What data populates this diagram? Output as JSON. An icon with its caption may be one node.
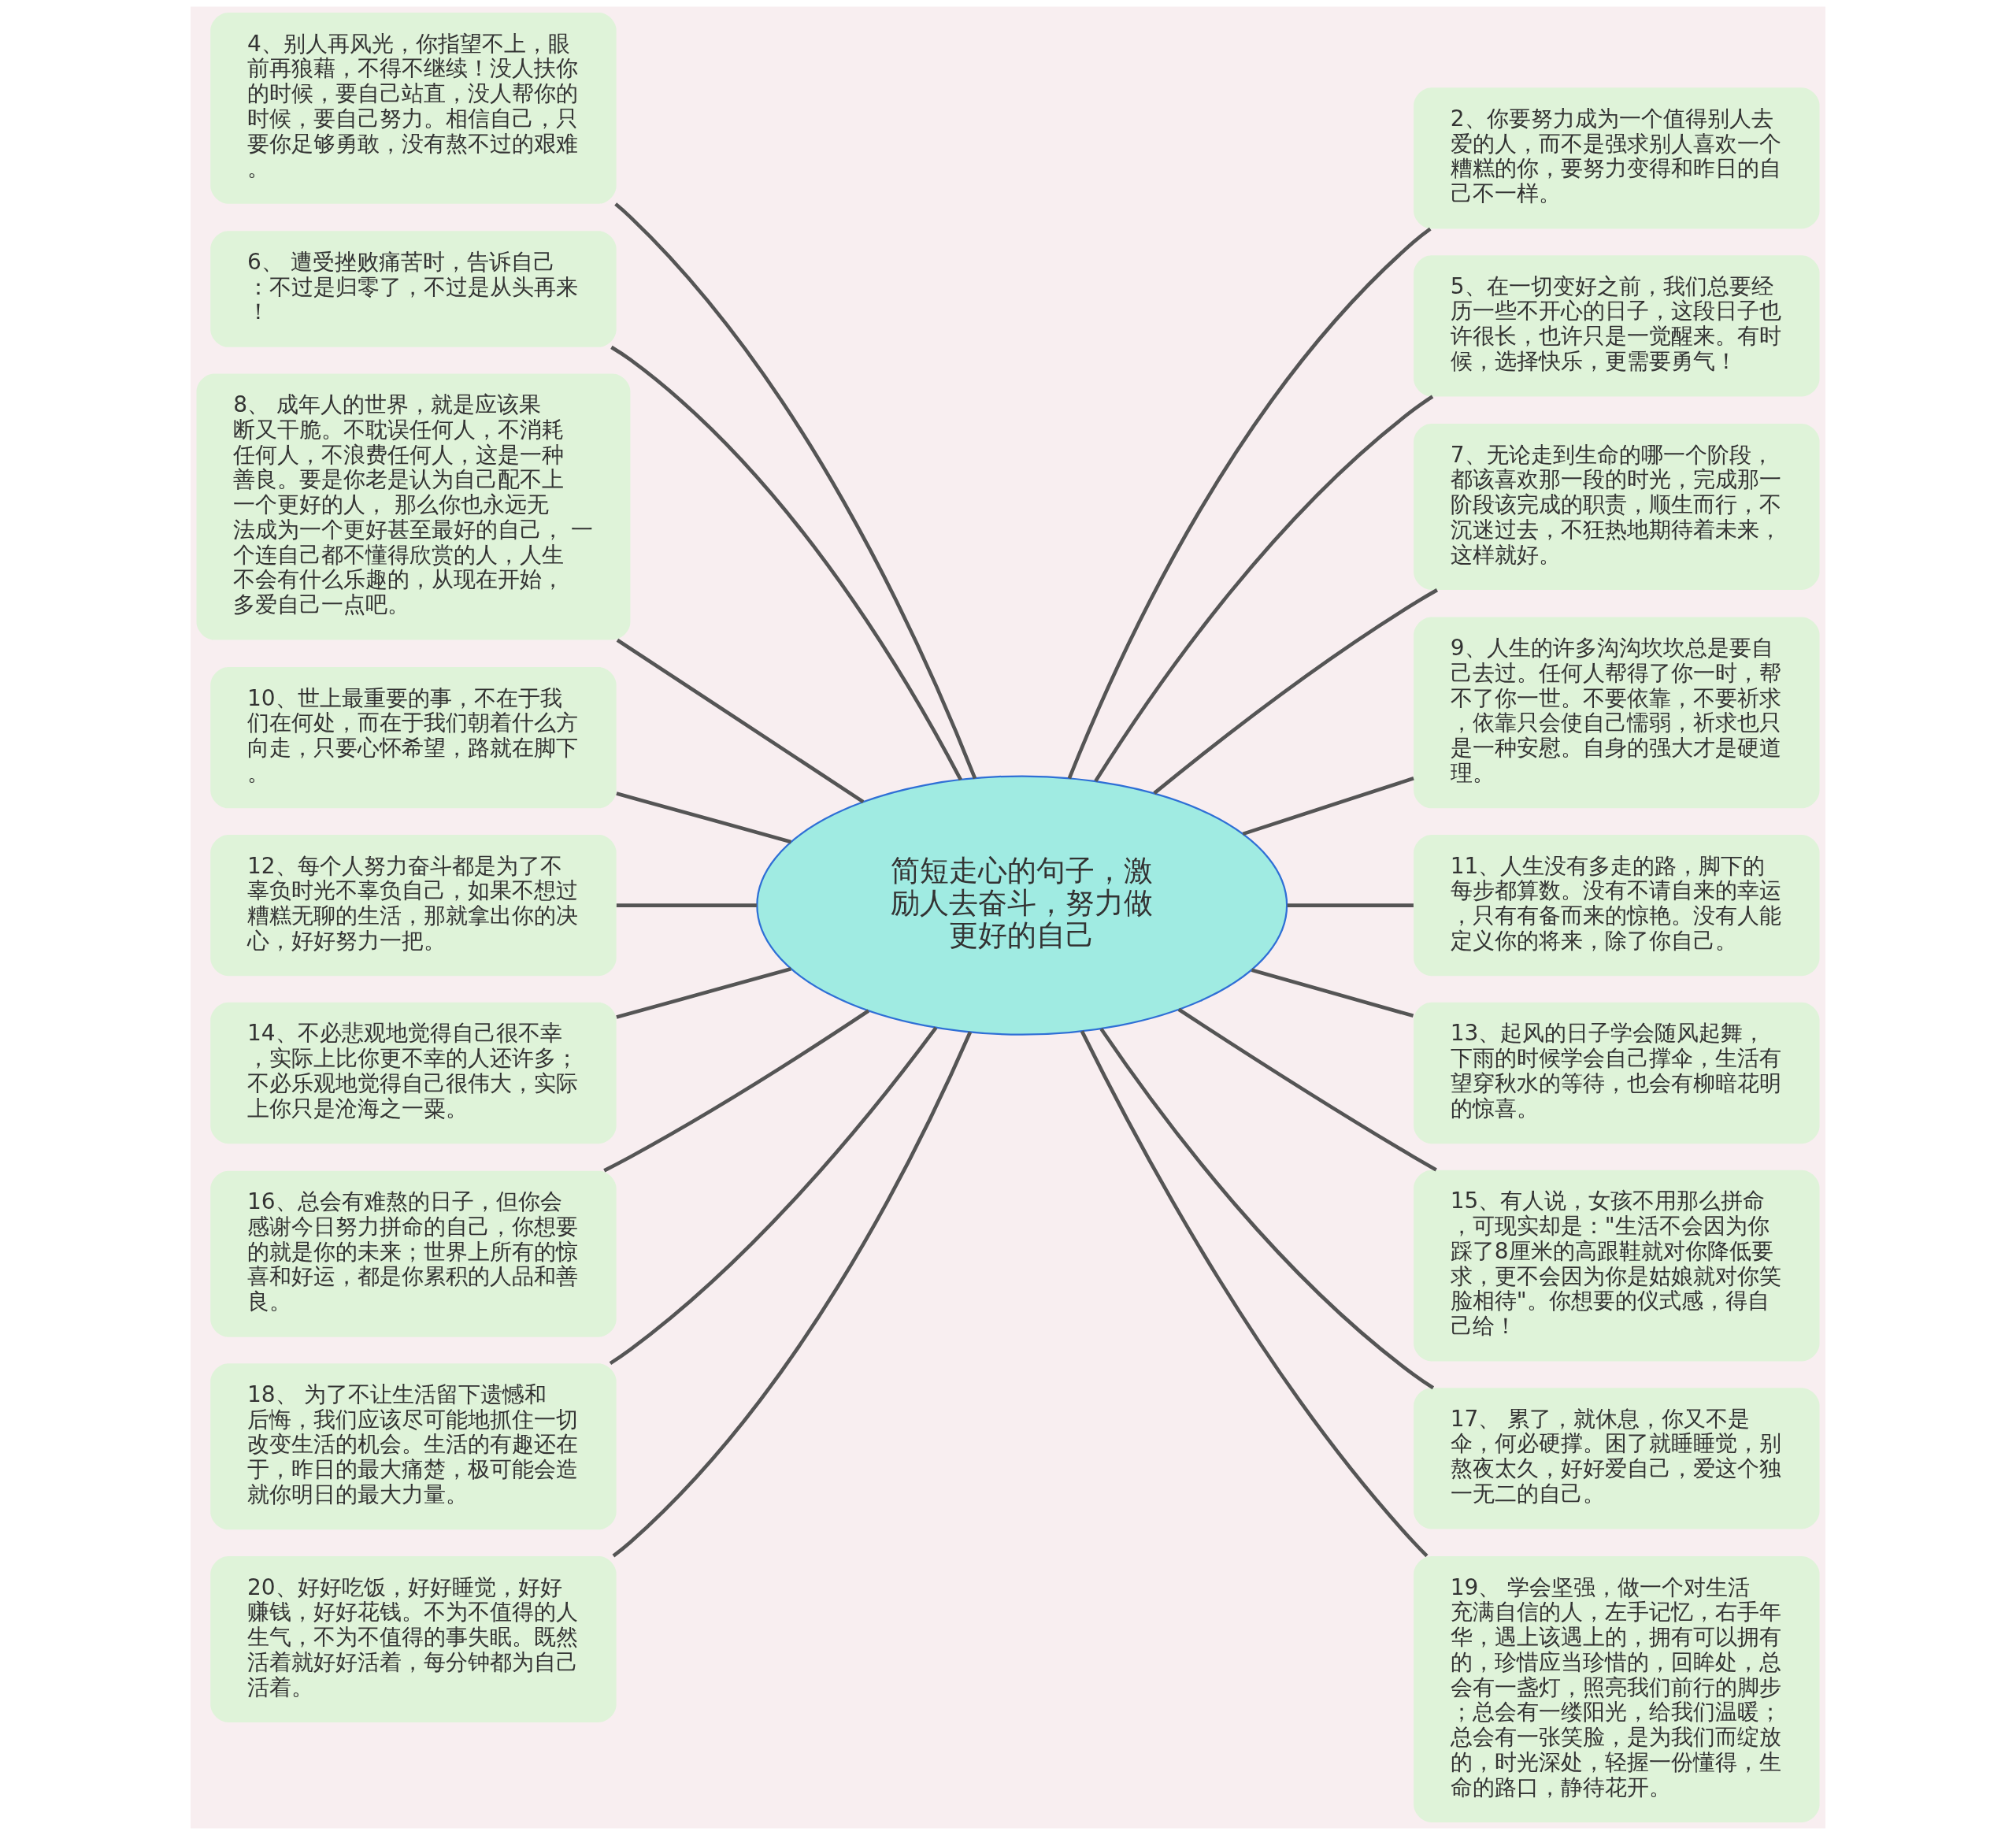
{
  "diagram": {
    "nodes": [
      {
        "text": [
          "简短走心的句子，激励人去奋斗，努力做更好的自己"
        ]
      },
      {
        "text": [
          "4、别人再风光，你指望不上，眼前再狼藉，不得不继续！没人扶你的时候，要自己站直，没人帮你的时候，要自己努力。相信自己，只要你足够勇敢，没有熬不过的艰难。"
        ]
      },
      {
        "text": [
          "6、 遭受挫败痛苦时，告诉自己：不过是归零了，不过是从头再来！"
        ]
      },
      {
        "text": [
          "8、 成年人的世界，就是应该果断又干脆。不耽误任何人，不消耗任何人，不浪费任何人，这是一种善良。要是你老是认为自己配不上一个更好的人， 那么你也永远无法成为一个更好甚至最好的自己， 一个连自己都不懂得欣赏的人，人生不会有什么乐趣的，从现在开始，多爱自己一点吧。"
        ]
      },
      {
        "text": [
          "10、世上最重要的事，不在于我们在何处，而在于我们朝着什么方向走，只要心怀希望，路就在脚下。"
        ]
      },
      {
        "text": [
          "12、每个人努力奋斗都是为了不辜负时光不辜负自己，如果不想过糟糕无聊的生活，那就拿出你的决心，好好努力一把。"
        ]
      },
      {
        "text": [
          "14、不必悲观地觉得自己很不幸，实际上比你更不幸的人还许多；不必乐观地觉得自己很伟大，实际上你只是沧海之一粟。"
        ]
      },
      {
        "text": [
          "16、总会有难熬的日子，但你会感谢今日努力拼命的自己，你想要的就是你的未来；世界上所有的惊喜和好运，都是你累积的人品和善良。"
        ]
      },
      {
        "text": [
          "18、 为了不让生活留下遗憾和后悔，我们应该尽可能地抓住一切改变生活的机会。生活的有趣还在于，昨日的最大痛楚，极可能会造就你明日的最大力量。"
        ]
      },
      {
        "text": [
          "20、好好吃饭，好好睡觉，好好赚钱，好好花钱。不为不值得的人生气，不为不值得的事失眠。既然活着就好好活着，每分钟都为自己活着。"
        ]
      },
      {
        "text": [
          "2、你要努力成为一个值得别人去爱的人，而不是强求别人喜欢一个糟糕的你，要努力变得和昨日的自己不一样。"
        ]
      },
      {
        "text": [
          "5、在一切变好之前，我们总要经历一些不开心的日子，这段日子也许很长，也许只是一觉醒来。有时候，选择快乐，更需要勇气！"
        ]
      },
      {
        "text": [
          "7、无论走到生命的哪一个阶段，都该喜欢那一段的时光，完成那一阶段该完成的职责，顺生而行，不沉迷过去，不狂热地期待着未来，这样就好。"
        ]
      },
      {
        "text": [
          "9、人生的许多沟沟坎坎总是要自己去过。任何人帮得了你一时，帮不了你一世。不要依靠，不要祈求，依靠只会使自己懦弱，祈求也只是一种安慰。自身的强大才是硬道理。"
        ]
      },
      {
        "text": [
          "11、人生没有多走的路，脚下的每步都算数。没有不请自来的幸运，只有有备而来的惊艳。没有人能定义你的将来，除了你自己。"
        ]
      },
      {
        "text": [
          "13、起风的日子学会随风起舞，下雨的时候学会自己撑伞，生活有望穿秋水的等待，也会有柳暗花明的惊喜。"
        ]
      },
      {
        "text": [
          "15、有人说，女孩不用那么拼命，可现实却是：\"生活不会因为你踩了8厘米的高跟鞋就对你降低要求，更不会因为你是姑娘就对你笑脸相待\"。你想要的仪式感，得自己给！"
        ]
      },
      {
        "text": [
          "17、 累了，就休息，你又不是伞，何必硬撑。困了就睡睡觉，别熬夜太久，好好爱自己，爱这个独一无二的自己。"
        ]
      },
      {
        "text": [
          "19、 学会坚强，做一个对生活充满自信的人，左手记忆，右手年华，遇上该遇上的，拥有可以拥有的，珍惜应当珍惜的，回眸处，总会有一盏灯，照亮我们前行的脚步；总会有一缕阳光，给我们温暖；总会有一张笑脸，是为我们而绽放的，时光深处，轻握一份懂得，生命的路口，静待花开。"
        ]
      }
    ],
    "edges": [
      {
        "from": 0,
        "to": 1,
        "arrow": "none"
      },
      {
        "from": 0,
        "to": 2,
        "arrow": "none"
      },
      {
        "from": 0,
        "to": 3,
        "arrow": "none"
      },
      {
        "from": 0,
        "to": 4,
        "arrow": "none"
      },
      {
        "from": 0,
        "to": 5,
        "arrow": "none"
      },
      {
        "from": 0,
        "to": 6,
        "arrow": "none"
      },
      {
        "from": 0,
        "to": 7,
        "arrow": "none"
      },
      {
        "from": 0,
        "to": 8,
        "arrow": "none"
      },
      {
        "from": 0,
        "to": 9,
        "arrow": "none"
      },
      {
        "from": 0,
        "to": 10,
        "arrow": "none"
      },
      {
        "from": 0,
        "to": 11,
        "arrow": "none"
      },
      {
        "from": 0,
        "to": 12,
        "arrow": "none"
      },
      {
        "from": 0,
        "to": 13,
        "arrow": "none"
      },
      {
        "from": 0,
        "to": 14,
        "arrow": "none"
      },
      {
        "from": 0,
        "to": 15,
        "arrow": "none"
      },
      {
        "from": 0,
        "to": 16,
        "arrow": "none"
      },
      {
        "from": 0,
        "to": 17,
        "arrow": "none"
      },
      {
        "from": 0,
        "to": 18,
        "arrow": "none"
      }
    ]
  }
}
